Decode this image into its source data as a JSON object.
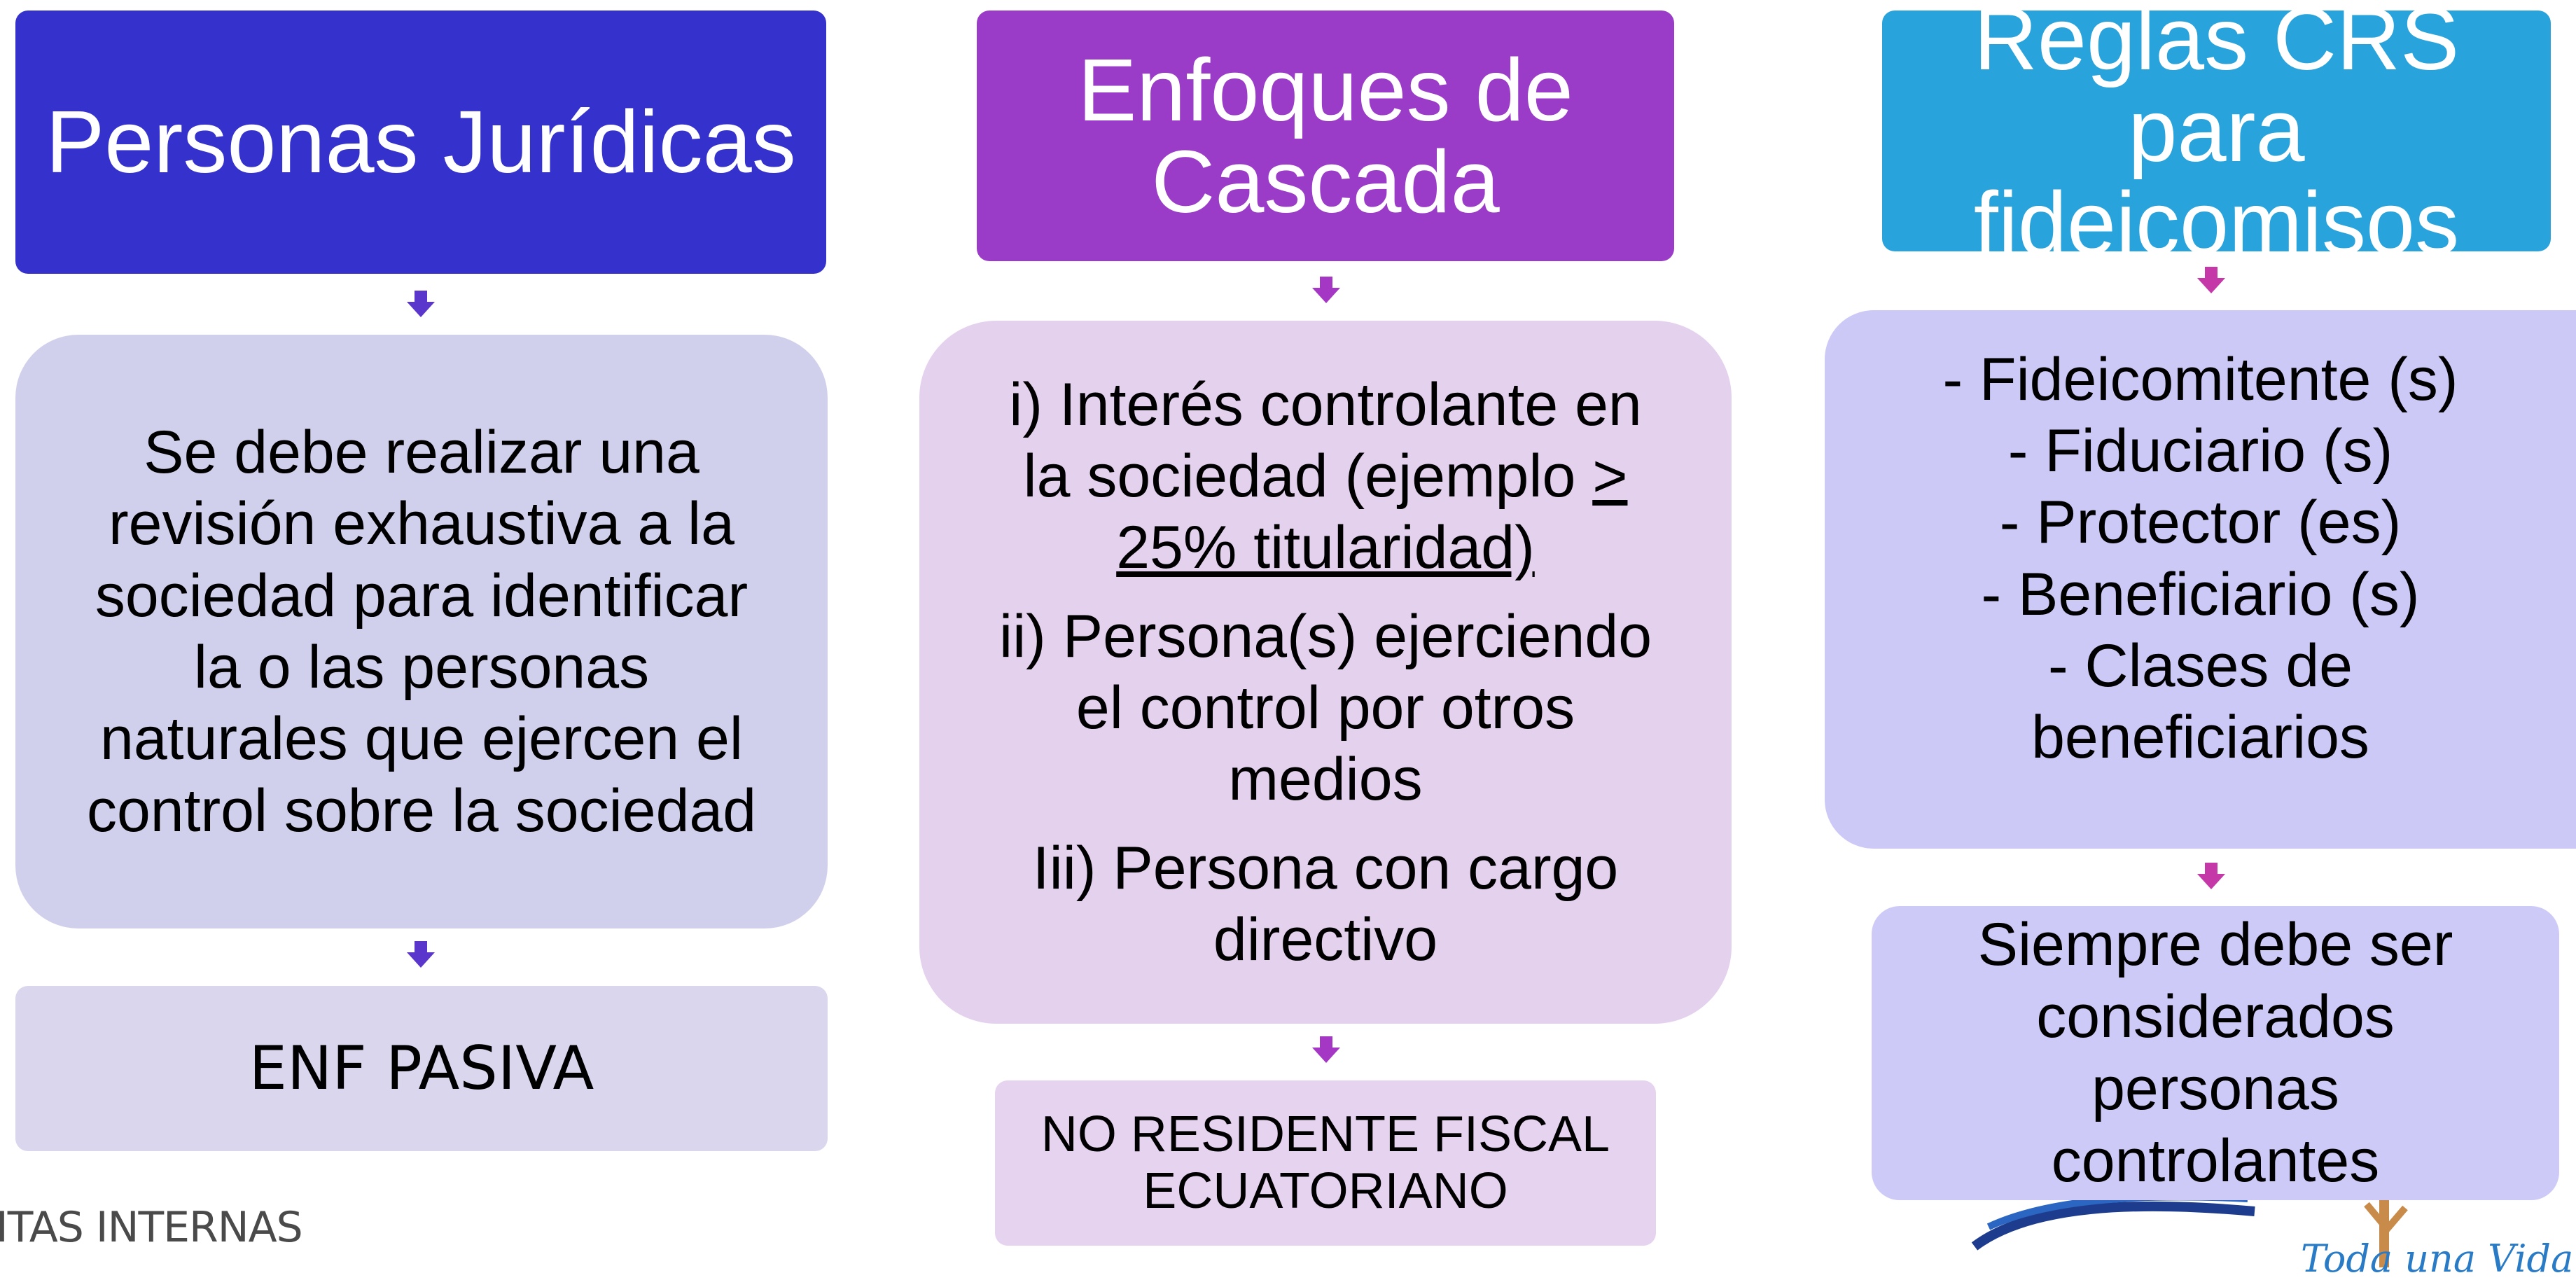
{
  "colors": {
    "col1_header": "#3431CC",
    "col1_box": "#D1D0EC",
    "col1_result": "#DAD6EE",
    "col2_header": "#9A3CC8",
    "col2_box": "#E4D1EE",
    "col2_result": "#E6D3EF",
    "col3_header": "#29A3DC",
    "col3_box": "#CCC9F7",
    "col3_result": "#CDCAF8",
    "arrow_blue": "#5A36CC",
    "arrow_purple": "#A437C4",
    "arrow_pink": "#C438A8"
  },
  "col1": {
    "header": "Personas Jurídicas",
    "body": [
      "Se debe realizar una",
      "revisión exhaustiva a la",
      "sociedad para identificar",
      "la o las personas",
      "naturales que ejercen el",
      "control sobre la sociedad"
    ],
    "result": "ENF PASIVA"
  },
  "col2": {
    "header_line1": "Enfoques de",
    "header_line2": "Cascada",
    "item1_line1": "i) Interés controlante en",
    "item1_line2_pre": "la sociedad (ejemplo ",
    "item1_line2_u": ">",
    "item1_line3": "25% titularidad)",
    "item2_line1": "ii) Persona(s) ejerciendo",
    "item2_line2": "el control por otros",
    "item2_line3": "medios",
    "item3_line1": "Iii) Persona con cargo",
    "item3_line2": "directivo",
    "result_line1": "NO RESIDENTE FISCAL",
    "result_line2": "ECUATORIANO"
  },
  "col3": {
    "header_line1": "Reglas CRS",
    "header_line2": "para",
    "header_line3": "fideicomisos",
    "items": [
      "- Fideicomitente (s)",
      "- Fiduciario (s)",
      "- Protector (es)",
      "- Beneficiario (s)",
      "- Clases de",
      "beneficiarios"
    ],
    "result": [
      "Siempre debe ser",
      "considerados",
      "personas",
      "controlantes"
    ]
  },
  "footer": {
    "left_text": "ITAS INTERNAS",
    "right_text": "Toda una Vida"
  },
  "icons": {
    "arrow": "arrow-down-icon"
  }
}
